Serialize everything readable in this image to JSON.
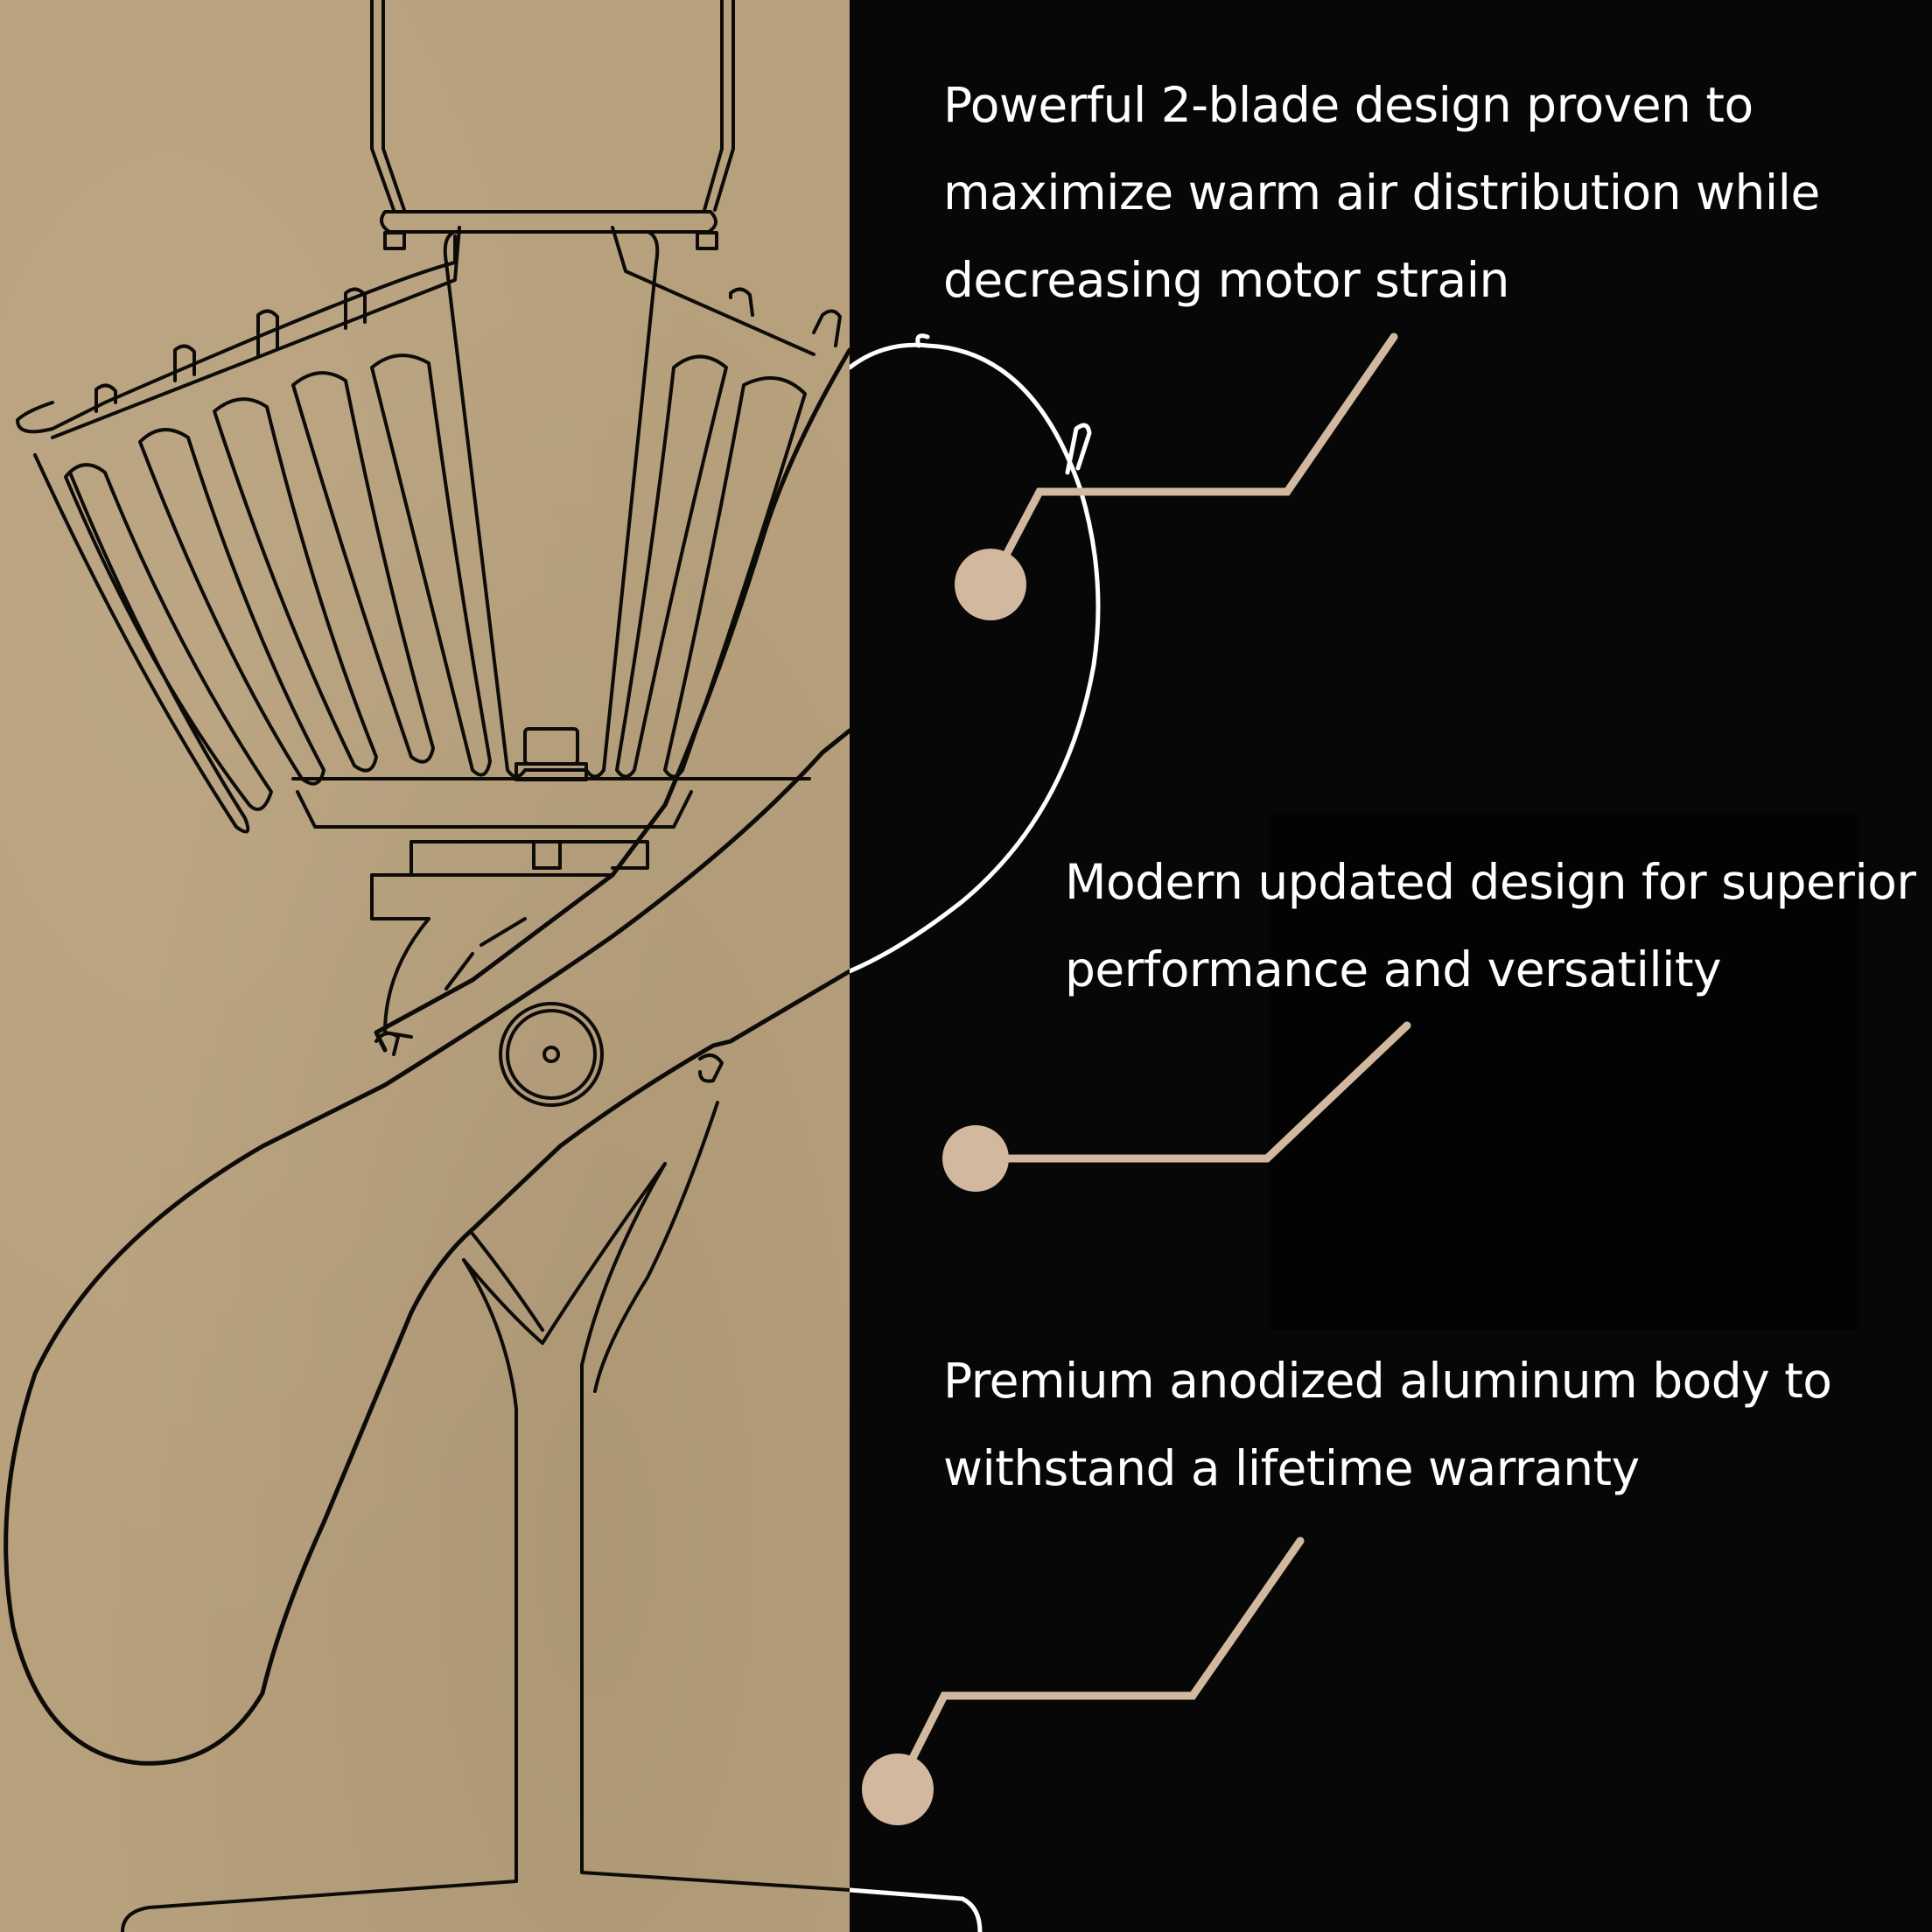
{
  "features": [
    {
      "lines": [
        "Powerful 2-blade design proven to",
        "maximize warm air distribution while",
        "decreasing motor strain"
      ]
    },
    {
      "lines": [
        "Modern updated design for superior",
        "performance and versatility"
      ]
    },
    {
      "lines": [
        "Premium anodized aluminum body to",
        "withstand a lifetime warranty"
      ]
    }
  ],
  "colors": {
    "kraft_background": "#b7a07c",
    "dark_background": "#070707",
    "callout_accent": "#d2b89e",
    "text": "#ffffff",
    "outline_dark": "#0d0b08",
    "outline_light": "#ffffff"
  },
  "icons": [
    "stove-fan-illustration",
    "callout-dot"
  ]
}
